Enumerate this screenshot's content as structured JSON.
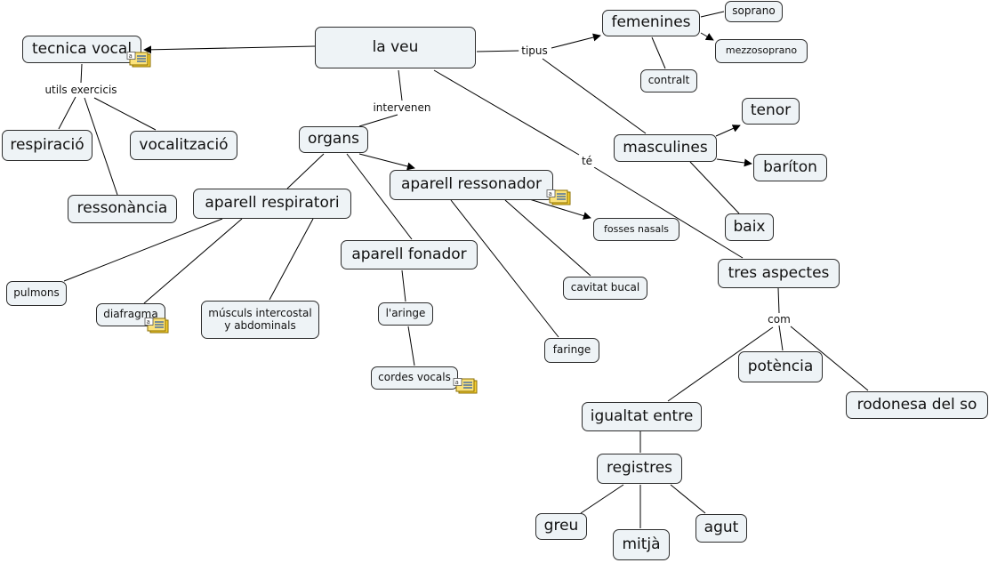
{
  "concept_map": {
    "concepts": {
      "la_veu": "la veu",
      "tecnica_vocal": "tecnica vocal",
      "respiracio": "respiració",
      "vocalitzacio": "vocalització",
      "ressonancia": "ressonància",
      "organs": "organs",
      "aparell_respiratori": "aparell respiratori",
      "aparell_ressonador": "aparell ressonador",
      "aparell_fonador": "aparell fonador",
      "pulmons": "pulmons",
      "diafragma": "diafragma",
      "muscles": "músculs intercostal y abdominals",
      "laringe": "l'aringe",
      "cordes_vocals": "cordes vocals",
      "fosses_nasals": "fosses nasals",
      "cavitat_bucal": "cavitat bucal",
      "faringe": "faringe",
      "femenines": "femenines",
      "soprano": "soprano",
      "mezzosoprano": "mezzosoprano",
      "contralt": "contralt",
      "masculines": "masculines",
      "tenor": "tenor",
      "bariton": "baríton",
      "baix": "baix",
      "tres_aspectes": "tres aspectes",
      "potencia": "potència",
      "igualtat_entre": "igualtat entre",
      "rodonesa_del_so": "rodonesa del so",
      "registres": "registres",
      "greu": "greu",
      "mitja": "mitjà",
      "agut": "agut"
    },
    "link_labels": {
      "utils_exercicis": "utils exercicis",
      "intervenen": "intervenen",
      "tipus": "tipus",
      "te": "té",
      "com": "com"
    },
    "note_icon": "annotation-note-icon",
    "colors": {
      "node_fill": "#eef3f6",
      "node_border": "#2c2c2c",
      "line": "#000000",
      "note_fill": "#f5d033"
    }
  }
}
